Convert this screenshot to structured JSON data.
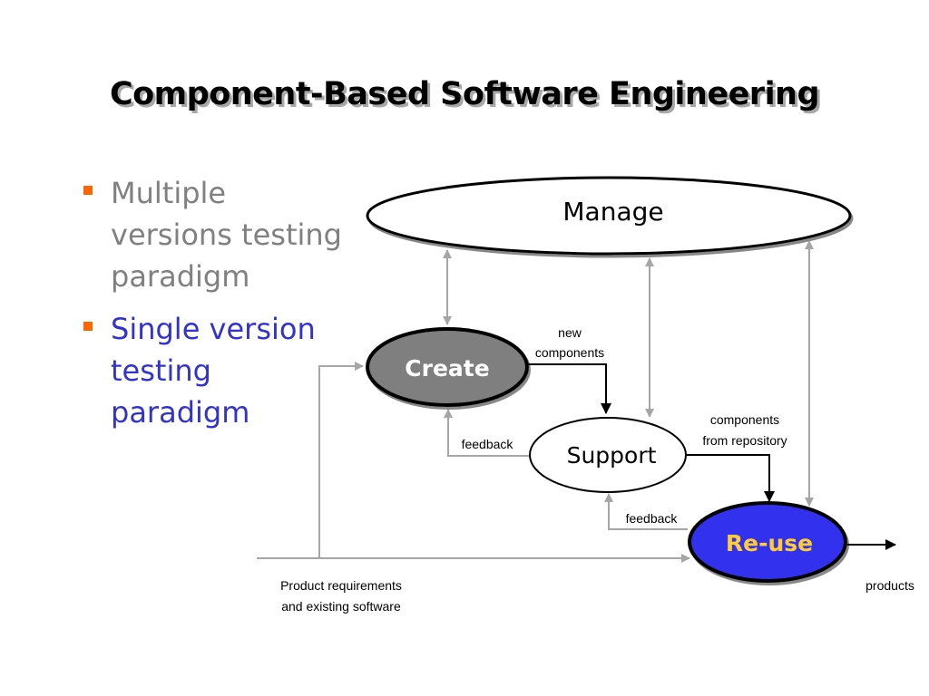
{
  "slide": {
    "title": "Component-Based Software Engineering",
    "bullets": [
      {
        "text": "Multiple\nversions testing\nparadigm",
        "color": "#808080"
      },
      {
        "text": "Single version\ntesting\nparadigm",
        "color": "#3333cc"
      }
    ],
    "bullet_marker_color": "#ff6600"
  },
  "diagram": {
    "nodes": {
      "manage": {
        "label": "Manage",
        "fill": "#ffffff"
      },
      "create": {
        "label": "Create",
        "fill": "#7f7f7f",
        "text_color": "#ffffff"
      },
      "support": {
        "label": "Support",
        "fill": "#ffffff"
      },
      "reuse": {
        "label": "Re-use",
        "fill": "#3333ee",
        "text_color": "#ffcc33"
      }
    },
    "labels": {
      "new_components": [
        "new",
        "components"
      ],
      "components_from_repository": [
        "components",
        "from repository"
      ],
      "feedback_create": "feedback",
      "feedback_support": "feedback",
      "product_requirements": [
        "Product requirements",
        "and existing software"
      ],
      "products": "products"
    }
  }
}
